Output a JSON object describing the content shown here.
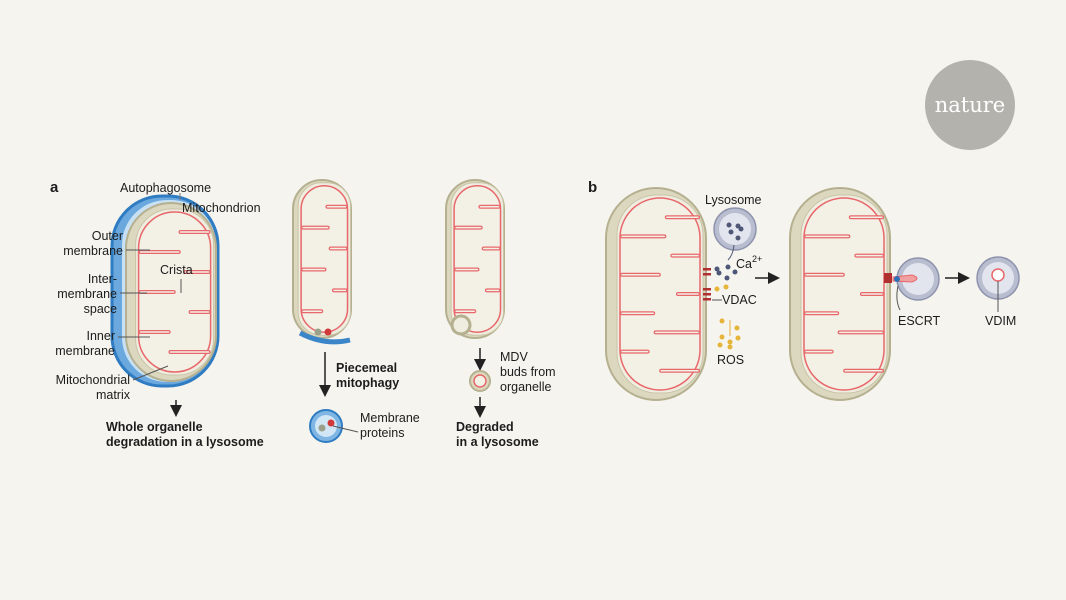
{
  "logo": {
    "text": "nature"
  },
  "panel_a": {
    "label": "a",
    "whole": {
      "autophagosome": "Autophagosome",
      "mitochondrion": "Mitochondrion",
      "outer_membrane": [
        "Outer",
        "membrane"
      ],
      "intermembrane_space": [
        "Inter-",
        "membrane",
        "space"
      ],
      "crista": "Crista",
      "inner_membrane": [
        "Inner",
        "membrane"
      ],
      "matrix": [
        "Mitochondrial",
        "matrix"
      ],
      "result": [
        "Whole organelle",
        "degradation in a lysosome"
      ]
    },
    "piecemeal": {
      "title": [
        "Piecemeal",
        "mitophagy"
      ],
      "membrane_proteins": [
        "Membrane",
        "proteins"
      ]
    },
    "mdv": {
      "buds": [
        "MDV",
        "buds from",
        "organelle"
      ],
      "result": [
        "Degraded",
        "in a lysosome"
      ]
    }
  },
  "panel_b": {
    "label": "b",
    "lysosome": "Lysosome",
    "ca": "Ca",
    "ca_sup": "2+",
    "vdac": "VDAC",
    "ros": "ROS",
    "escrt": "ESCRT",
    "vdim": "VDIM"
  },
  "colors": {
    "background": "#f5f4ee",
    "outer": "#dcd8c0",
    "crista": "#e8676a",
    "autophagosome": "#4a90d0",
    "lysosome": "#b9bdd0",
    "ros": "#e5b53a",
    "logo": "#b4b2ac"
  }
}
